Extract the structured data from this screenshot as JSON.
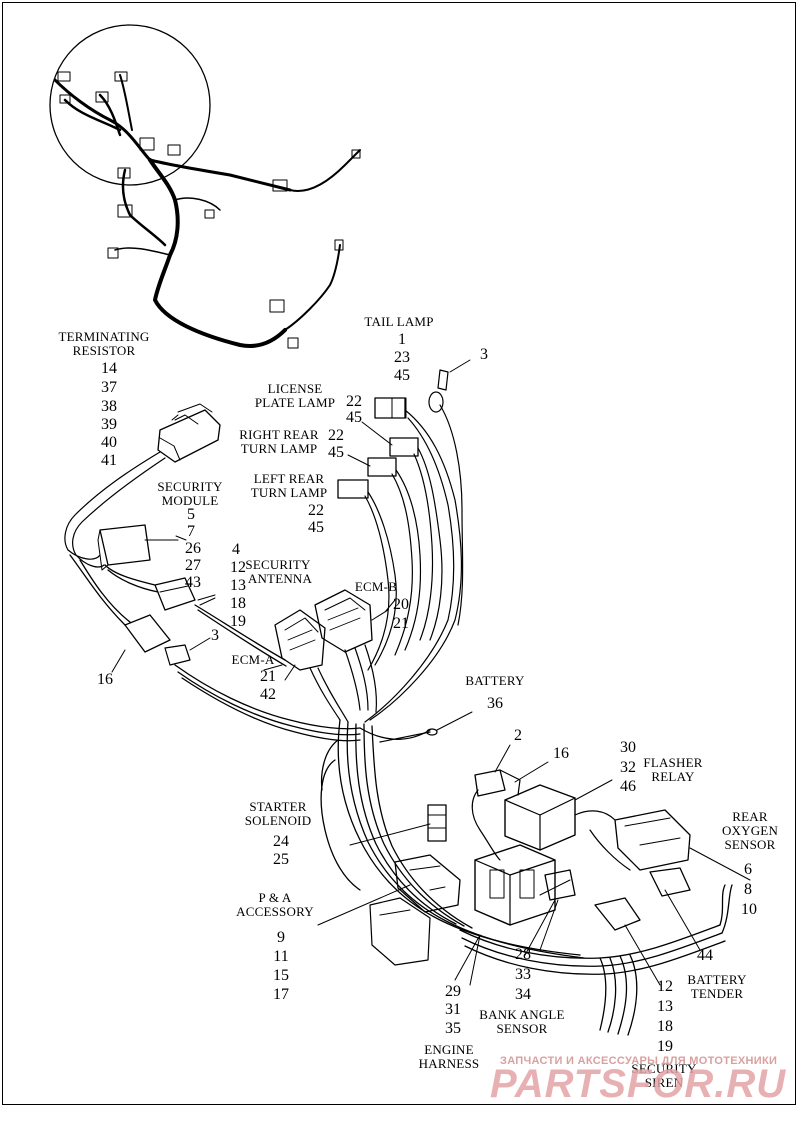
{
  "labels": {
    "tail_lamp": "TAIL LAMP",
    "tail_lamp_nums": [
      "1",
      "23",
      "45"
    ],
    "tail_lamp_3": "3",
    "license_plate_lamp": [
      "LICENSE",
      "PLATE LAMP"
    ],
    "license_nums": [
      "22",
      "45"
    ],
    "right_rear_turn_lamp": [
      "RIGHT REAR",
      "TURN LAMP"
    ],
    "right_rear_nums": [
      "22",
      "45"
    ],
    "left_rear_turn_lamp": [
      "LEFT REAR",
      "TURN LAMP"
    ],
    "left_rear_nums": [
      "22",
      "45"
    ],
    "terminating_resistor": [
      "TERMINATING",
      "RESISTOR"
    ],
    "terminating_nums": [
      "14",
      "37",
      "38",
      "39",
      "40",
      "41"
    ],
    "security_module": [
      "SECURITY",
      "MODULE"
    ],
    "security_module_nums": [
      "5",
      "7",
      "26",
      "27",
      "43"
    ],
    "security_antenna": [
      "SECURITY",
      "ANTENNA"
    ],
    "security_antenna_nums": [
      "4",
      "12",
      "13",
      "18",
      "19"
    ],
    "ecm_b": "ECM-B",
    "ecm_b_nums": [
      "20",
      "21"
    ],
    "ecm_a": "ECM-A",
    "ecm_a_nums": [
      "21",
      "42"
    ],
    "connector_3": "3",
    "connector_16": "16",
    "battery": "BATTERY",
    "battery_num": "36",
    "connector_2": "2",
    "connector_16b": "16",
    "flasher_relay": [
      "FLASHER",
      "RELAY"
    ],
    "flasher_nums": [
      "30",
      "32",
      "46"
    ],
    "rear_oxygen_sensor": [
      "REAR",
      "OXYGEN",
      "SENSOR"
    ],
    "rear_oxygen_nums": [
      "6",
      "8",
      "10"
    ],
    "starter_solenoid": [
      "STARTER",
      "SOLENOID"
    ],
    "starter_nums": [
      "24",
      "25"
    ],
    "pa_accessory": [
      "P & A",
      "ACCESSORY"
    ],
    "pa_nums": [
      "9",
      "11",
      "15",
      "17"
    ],
    "engine_harness": [
      "ENGINE",
      "HARNESS"
    ],
    "engine_harness_nums": [
      "29",
      "31",
      "35"
    ],
    "bank_angle_sensor": [
      "BANK ANGLE",
      "SENSOR"
    ],
    "bank_angle_nums": [
      "28",
      "33",
      "34"
    ],
    "battery_tender": [
      "BATTERY",
      "TENDER"
    ],
    "battery_tender_num": "44",
    "security_siren": [
      "SECURITY",
      "SIREN"
    ],
    "security_siren_nums": [
      "12",
      "13",
      "18",
      "19"
    ]
  },
  "watermark": {
    "tagline": "ЗАПЧАСТИ И АКСЕССУАРЫ ДЛЯ МОТОТЕХНИКИ",
    "logo": "PARTSFOR.RU"
  },
  "colors": {
    "line": "#000000",
    "watermark": "#e3a3a6"
  }
}
